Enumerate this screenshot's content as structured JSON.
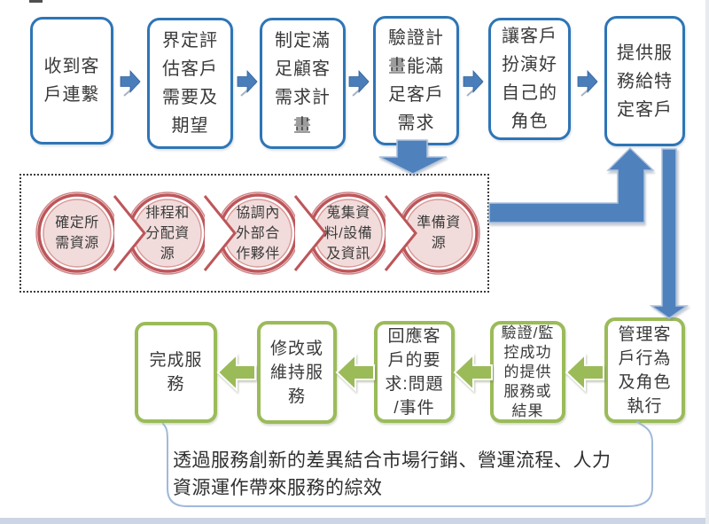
{
  "top_flow": {
    "steps": [
      {
        "label": "收到客\n戶連繫"
      },
      {
        "label": "界定評\n估客戶\n需要及\n期望"
      },
      {
        "label": "制定滿\n足顧客\n需求計\n畫"
      },
      {
        "label": "驗證計\n畫能滿\n足客戶\n需求"
      },
      {
        "label": "讓客戶\n扮演好\n自己的\n角色"
      },
      {
        "label": "提供服\n務給特\n定客戶"
      }
    ]
  },
  "resources": {
    "steps": [
      {
        "label": "確定所\n需資源"
      },
      {
        "label": "排程和\n分配資\n源"
      },
      {
        "label": "協調內\n外部合\n作夥伴"
      },
      {
        "label": "蒐集資\n料/設備\n及資訊"
      },
      {
        "label": "準備資\n源"
      }
    ]
  },
  "bottom_flow": {
    "steps": [
      {
        "label": "管理客\n戶行為\n及角色\n執行"
      },
      {
        "label": "驗證/監\n控成功\n的提供\n服務或\n結果"
      },
      {
        "label": "回應客\n戶的要\n求:問題\n/事件"
      },
      {
        "label": "修改或\n維持服\n務"
      },
      {
        "label": "完成服\n務"
      }
    ]
  },
  "summary": {
    "text": "透過服務創新的差異結合市場行銷、營運流程、人力\n資源運作帶來服務的綜效"
  },
  "colors": {
    "top_box_border": "#2e75b6",
    "blue_arrow": "#4f81bd",
    "circle_ring": "#bd565a",
    "circle_fill": "#f1dcdb",
    "green": "#9bbb59",
    "text": "#3a3a3a"
  }
}
